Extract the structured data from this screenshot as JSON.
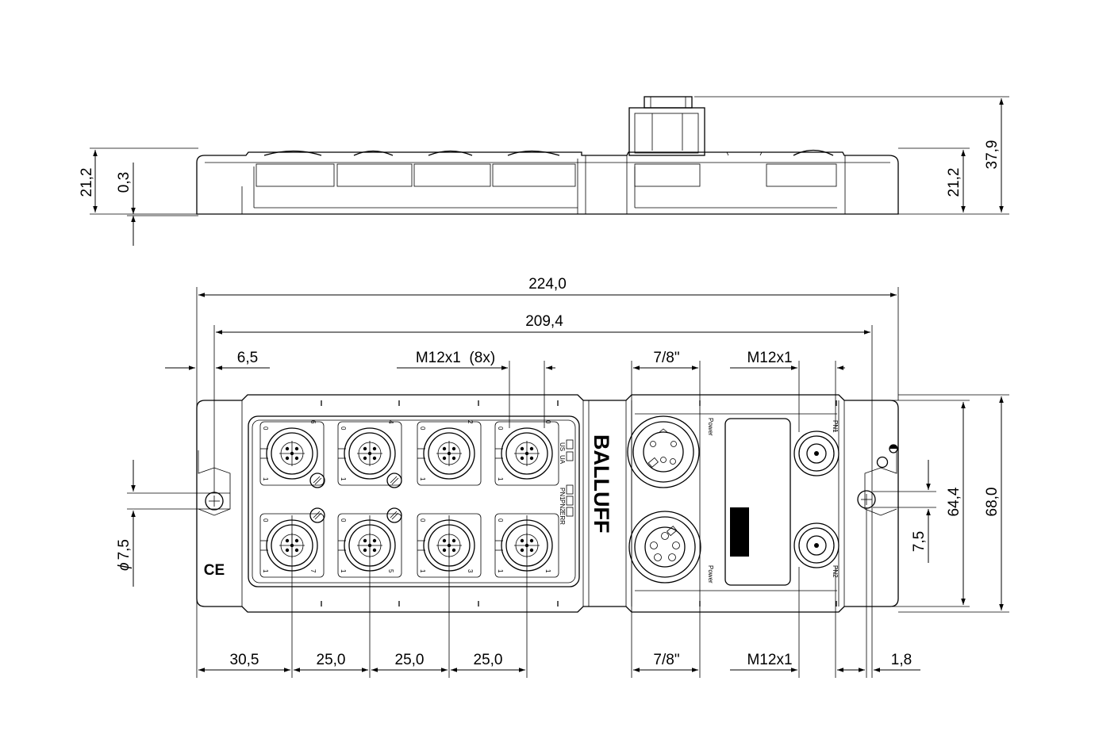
{
  "brand": "BALLUFF",
  "dimensions": {
    "overall_length": "224,0",
    "hole_spacing": "209,4",
    "edge_offset": "6,5",
    "m12_group": "M12x1  (8x)",
    "seven_eighths_top": "7/8\"",
    "m12_top": "M12x1",
    "pitch_first": "30,5",
    "pitch_1": "25,0",
    "pitch_2": "25,0",
    "pitch_3": "25,0",
    "seven_eighths_bottom": "7/8\"",
    "m12_bottom": "M12x1",
    "right_offset": "1,8",
    "height_left": "21,2",
    "offset_small": "0,3",
    "height_right": "21,2",
    "height_total": "37,9",
    "width_inner": "64,4",
    "width_total": "68,0",
    "hole_offset": "7,5",
    "hole_diameter": "7,5",
    "diameter_symbol": "ϕ"
  },
  "ports": {
    "top_row": [
      "6",
      "4",
      "2",
      "0"
    ],
    "bottom_row": [
      "7",
      "5",
      "3",
      "1"
    ],
    "pin_a": "0",
    "pin_b": "1"
  },
  "labels": {
    "power_top": "Power",
    "power_bottom": "Power",
    "pn1": "PN1",
    "pn2": "PN2",
    "us": "US",
    "ua": "UA",
    "pn1_led": "PN1",
    "pn2_led": "PN2",
    "err_led": "ERR",
    "ce": "CE"
  }
}
